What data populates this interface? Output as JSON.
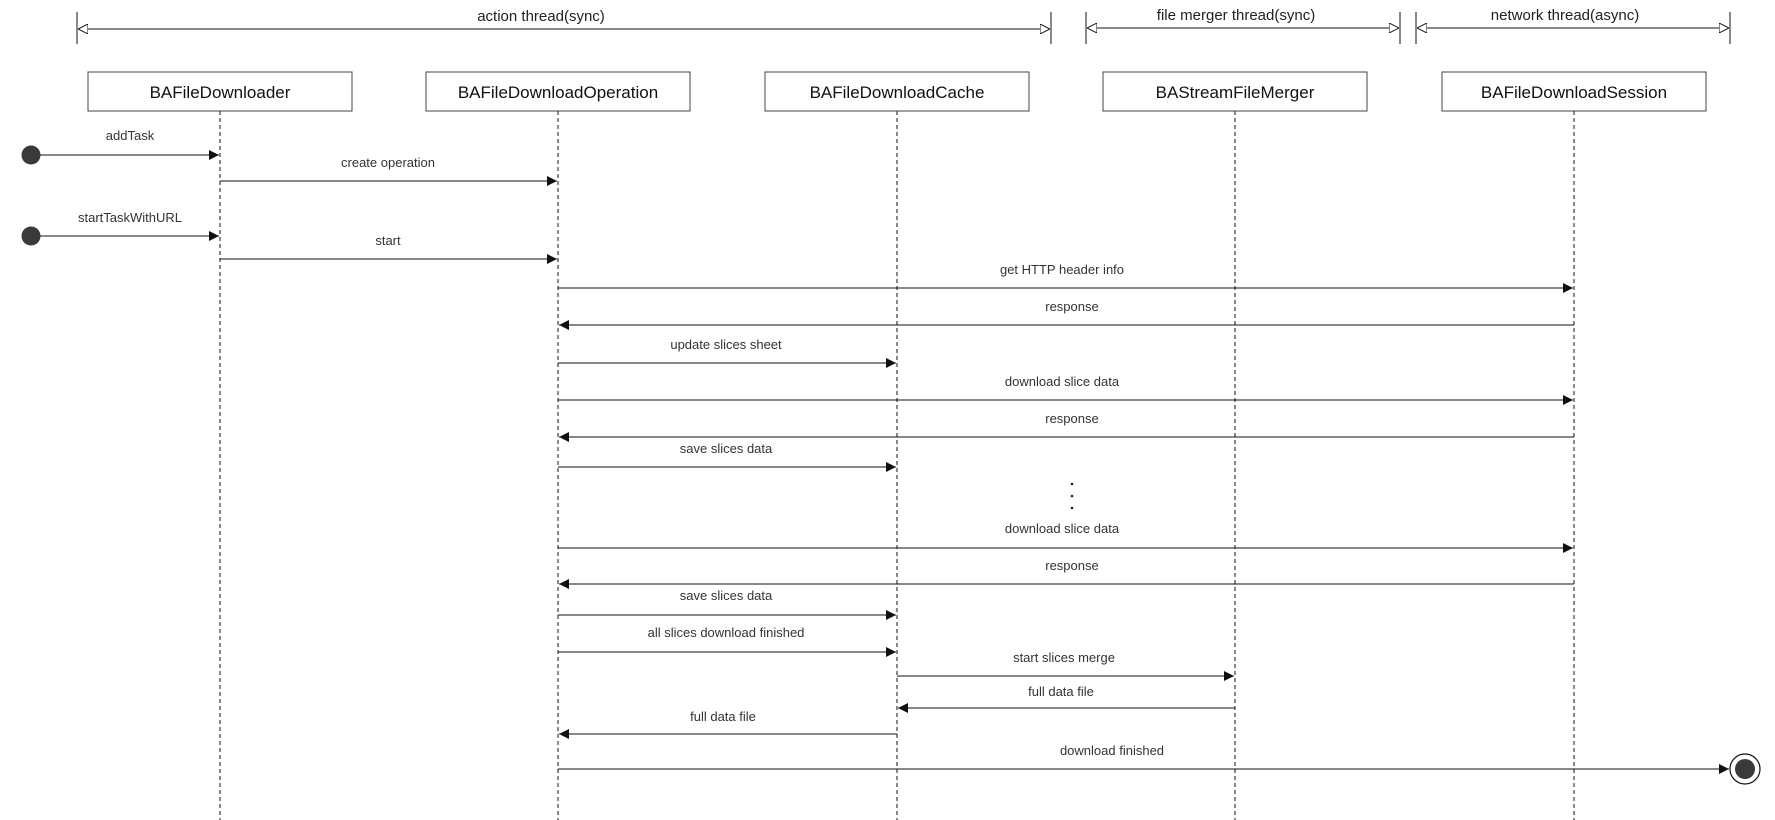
{
  "threads": [
    {
      "label": "action thread(sync)"
    },
    {
      "label": "file merger thread(sync)"
    },
    {
      "label": "network thread(async)"
    }
  ],
  "participants": [
    {
      "id": "downloader",
      "label": "BAFileDownloader"
    },
    {
      "id": "operation",
      "label": "BAFileDownloadOperation"
    },
    {
      "id": "cache",
      "label": "BAFileDownloadCache"
    },
    {
      "id": "merger",
      "label": "BAStreamFileMerger"
    },
    {
      "id": "session",
      "label": "BAFileDownloadSession"
    }
  ],
  "messages": [
    {
      "from": "start",
      "to": "downloader",
      "label": "addTask"
    },
    {
      "from": "downloader",
      "to": "operation",
      "label": "create operation"
    },
    {
      "from": "start",
      "to": "downloader",
      "label": "startTaskWithURL"
    },
    {
      "from": "downloader",
      "to": "operation",
      "label": "start"
    },
    {
      "from": "operation",
      "to": "session",
      "label": "get HTTP header info"
    },
    {
      "from": "session",
      "to": "operation",
      "label": "response"
    },
    {
      "from": "operation",
      "to": "cache",
      "label": "update slices sheet"
    },
    {
      "from": "operation",
      "to": "session",
      "label": "download slice data"
    },
    {
      "from": "session",
      "to": "operation",
      "label": "response"
    },
    {
      "from": "operation",
      "to": "cache",
      "label": "save slices data"
    },
    {
      "from": "operation",
      "to": "session",
      "label": "download slice data"
    },
    {
      "from": "session",
      "to": "operation",
      "label": "response"
    },
    {
      "from": "operation",
      "to": "cache",
      "label": "save slices data"
    },
    {
      "from": "operation",
      "to": "cache",
      "label": "all slices download finished"
    },
    {
      "from": "cache",
      "to": "merger",
      "label": "start slices merge"
    },
    {
      "from": "merger",
      "to": "cache",
      "label": "full data file"
    },
    {
      "from": "cache",
      "to": "operation",
      "label": "full data file"
    },
    {
      "from": "operation",
      "to": "end",
      "label": "download finished"
    }
  ]
}
